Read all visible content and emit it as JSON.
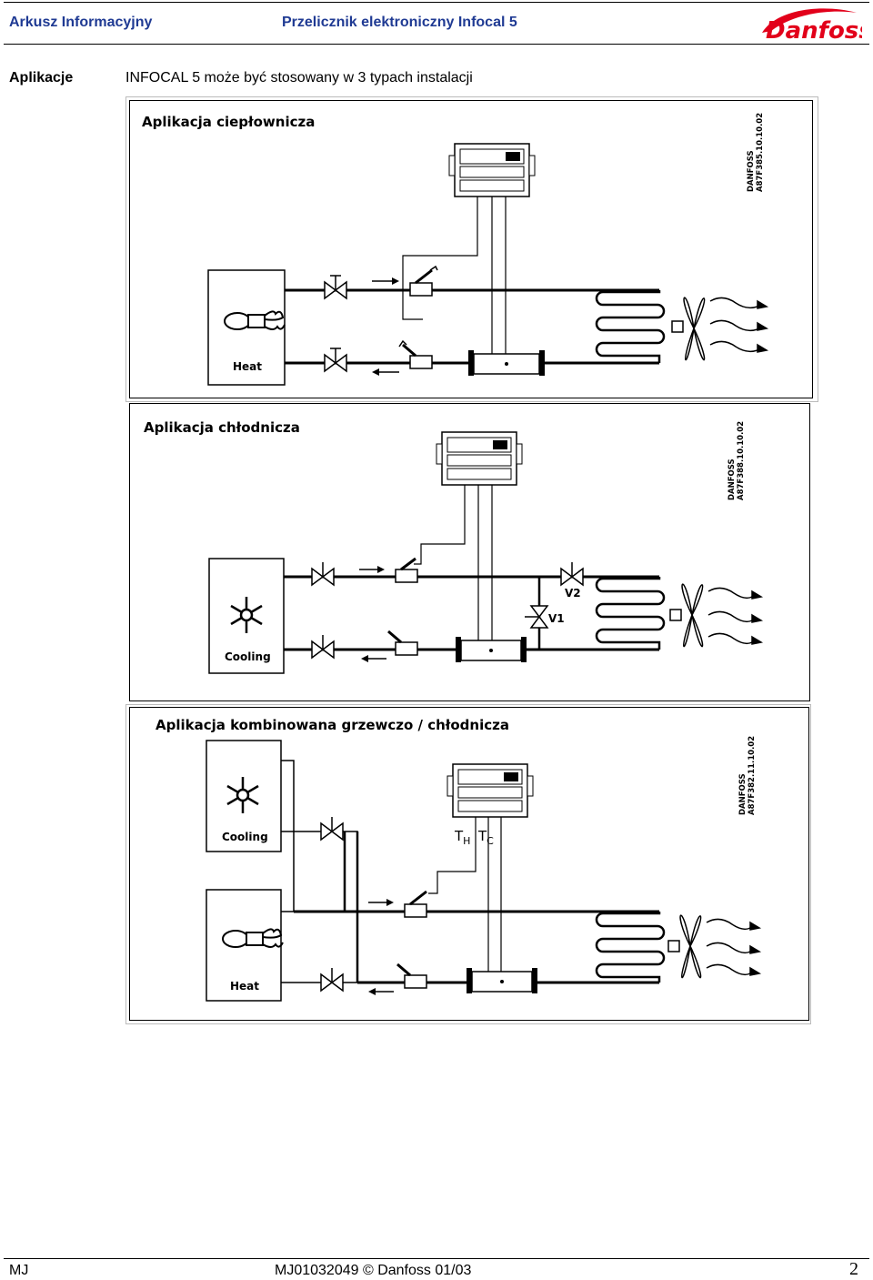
{
  "header": {
    "left_title": "Arkusz Informacyjny",
    "doc_title": "Przelicznik elektroniczny Infocal 5",
    "logo": "Danfoss",
    "brand_color": "#e2001a"
  },
  "section": {
    "label": "Aplikacje",
    "intro": "INFOCAL 5 może być stosowany w 3 typach instalacji"
  },
  "panels": [
    {
      "title": "Aplikacja ciepłownicza",
      "code_brand": "DANFOSS",
      "code": "A87F385.10.10.02",
      "source_label": "Heat",
      "source_icon": "flame-icon"
    },
    {
      "title": "Aplikacja chłodnicza",
      "code_brand": "DANFOSS",
      "code": "A87F388.10.10.02",
      "source_label": "Cooling",
      "source_icon": "snowflake-icon",
      "valve_labels": [
        "V2",
        "V1"
      ]
    },
    {
      "title": "Aplikacja kombinowana grzewczo / chłodnicza",
      "code_brand": "DANFOSS",
      "code": "A87F382.11.10.02",
      "source_labels": [
        "Cooling",
        "Heat"
      ],
      "source_icons": [
        "snowflake-icon",
        "flame-icon"
      ],
      "sensor_labels": [
        {
          "main": "T",
          "sub": "H"
        },
        {
          "main": "T",
          "sub": "C"
        }
      ]
    }
  ],
  "footer": {
    "author": "MJ",
    "doc_ref": "MJ01032049  ©  Danfoss  01/03",
    "page": "2"
  }
}
